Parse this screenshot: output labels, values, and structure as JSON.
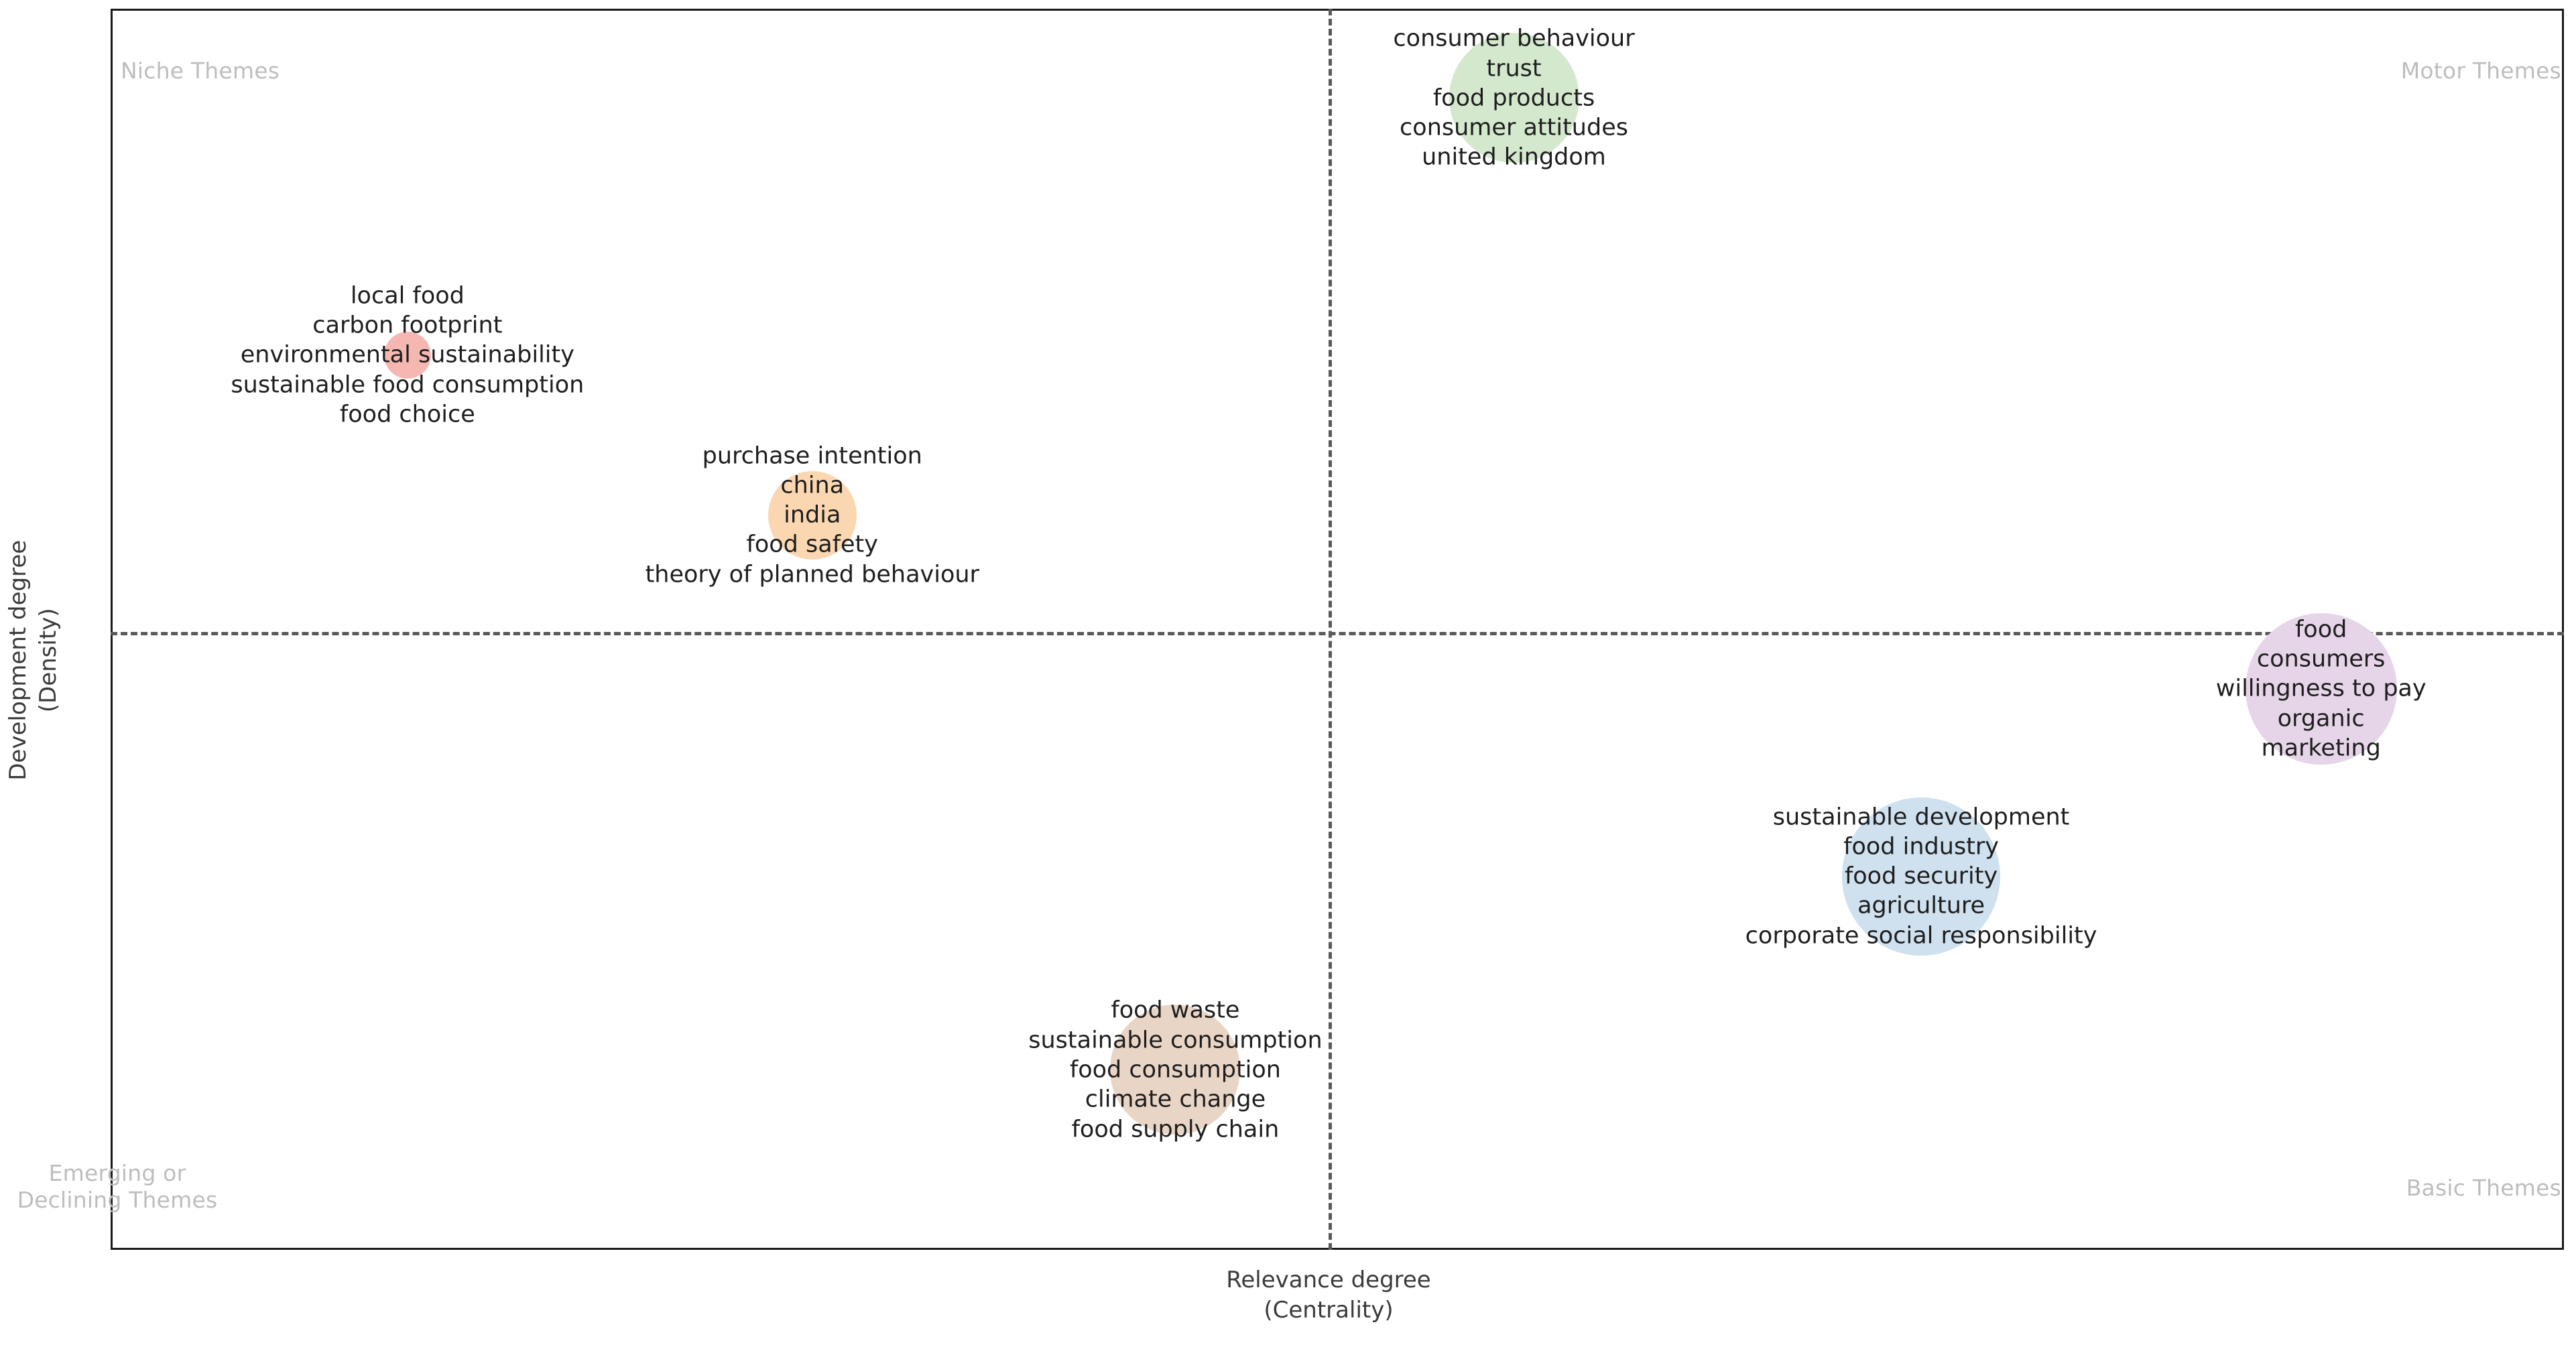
{
  "chart_data": {
    "type": "scatter",
    "title": "",
    "xlabel": "Relevance degree\n(Centrality)",
    "ylabel": "Development degree\n(Density)",
    "grid": false,
    "legend": "none",
    "quadrant_labels": {
      "top_left": "Niche Themes",
      "top_right": "Motor Themes",
      "bottom_left": "Emerging or\nDeclining Themes",
      "bottom_right": "Basic Themes"
    },
    "axis_ranges": {
      "x": [
        0,
        1
      ],
      "y": [
        0,
        1
      ]
    },
    "divider_x": 0.497,
    "divider_y": 0.503,
    "clusters": [
      {
        "id": "environmental-sustainability",
        "color": "#f5b7b1",
        "centrality": 0.121,
        "density": 0.721,
        "radius_px": 35,
        "quadrant": "Niche Themes",
        "keywords": [
          "local food",
          "carbon footprint",
          "environmental sustainability",
          "sustainable food consumption",
          "food choice"
        ]
      },
      {
        "id": "purchase-intention",
        "color": "#fad7b0",
        "centrality": 0.286,
        "density": 0.592,
        "radius_px": 66,
        "quadrant": "Niche Themes",
        "keywords": [
          "purchase intention",
          "china",
          "india",
          "food safety",
          "theory of planned behaviour"
        ]
      },
      {
        "id": "consumer-behaviour",
        "color": "#d4e8ce",
        "centrality": 0.572,
        "density": 0.928,
        "radius_px": 97,
        "quadrant": "Motor Themes",
        "keywords": [
          "consumer behaviour",
          "trust",
          "food products",
          "consumer attitudes",
          "united kingdom"
        ]
      },
      {
        "id": "food-willingness-to-pay",
        "color": "#e6d5e8",
        "centrality": 0.901,
        "density": 0.452,
        "radius_px": 113,
        "quadrant": "Basic Themes",
        "keywords": [
          "food",
          "consumers",
          "willingness to pay",
          "organic",
          "marketing"
        ]
      },
      {
        "id": "sustainable-development",
        "color": "#cfe0ee",
        "centrality": 0.738,
        "density": 0.301,
        "radius_px": 118,
        "quadrant": "Basic Themes",
        "keywords": [
          "sustainable development",
          "food industry",
          "food security",
          "agriculture",
          "corporate social responsibility"
        ]
      },
      {
        "id": "food-waste",
        "color": "#e9d5c6",
        "centrality": 0.434,
        "density": 0.145,
        "radius_px": 97,
        "quadrant": "Emerging or Declining Themes",
        "keywords": [
          "food waste",
          "sustainable consumption",
          "food consumption",
          "climate change",
          "food supply chain"
        ]
      }
    ]
  },
  "colors": {
    "frame": "#1a1a1a",
    "divider": "#595959",
    "quadrant_label": "#bdbdbd",
    "axis_label": "#3a3a3a",
    "keyword_text": "#1e1e1e",
    "background": "#ffffff"
  }
}
